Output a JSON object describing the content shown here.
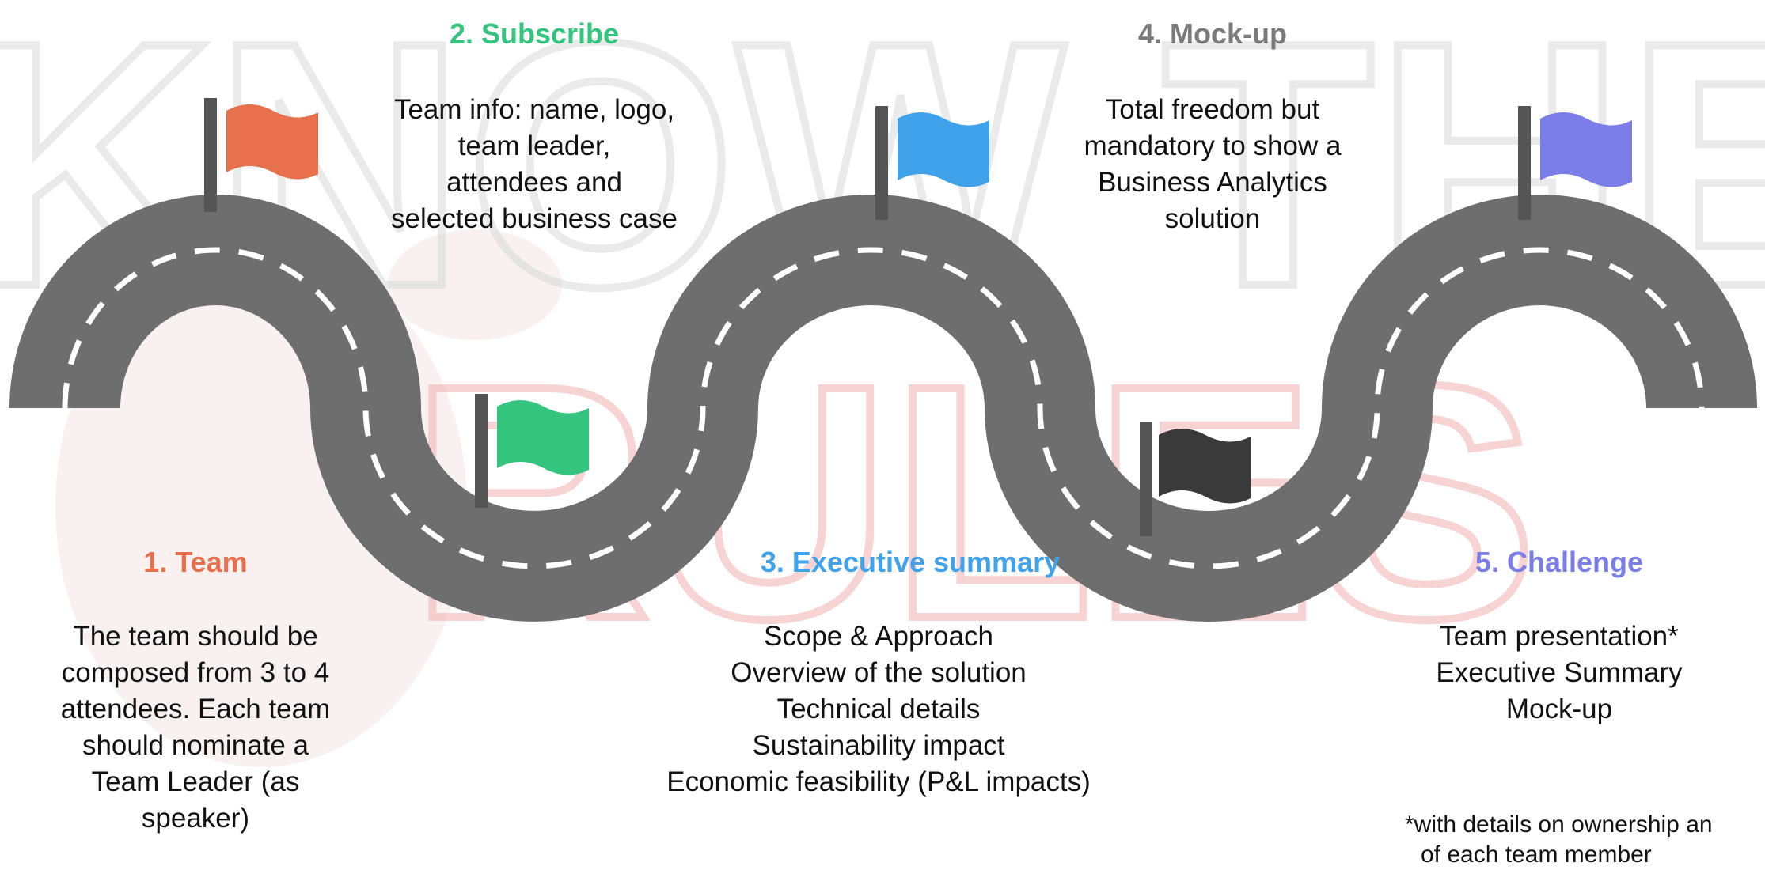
{
  "background": {
    "watermark_line1": "KNOW THE",
    "watermark_line2": "RULES"
  },
  "colors": {
    "road": "#6e6e6e",
    "road_dash": "#ffffff",
    "pole": "#555555",
    "step1": "#e8704c",
    "step2": "#35c47d",
    "step3": "#3fa2ea",
    "step4": "#7b7b7b",
    "step4_flag": "#3a3a3a",
    "step5": "#7b7ee8"
  },
  "steps": [
    {
      "title": "1. Team",
      "lines": [
        "The team should be",
        "composed from 3 to 4",
        "attendees. Each team",
        "should nominate a",
        "Team Leader (as",
        "speaker)"
      ]
    },
    {
      "title": "2. Subscribe",
      "lines": [
        "Team info: name, logo,",
        "team leader,",
        "attendees and",
        "selected business case"
      ]
    },
    {
      "title": "3. Executive summary",
      "lines": [
        "Scope & Approach",
        "Overview of the solution",
        "Technical details",
        "Sustainability impact",
        "Economic feasibility (P&L impacts)"
      ]
    },
    {
      "title": "4. Mock-up",
      "lines": [
        "Total freedom but",
        "mandatory to show a",
        "Business Analytics",
        "solution"
      ]
    },
    {
      "title": "5. Challenge",
      "lines": [
        "Team presentation*",
        "Executive Summary",
        "Mock-up"
      ]
    }
  ],
  "footnote": {
    "line1": "*with details on ownership an",
    "line2": "of each team member"
  }
}
